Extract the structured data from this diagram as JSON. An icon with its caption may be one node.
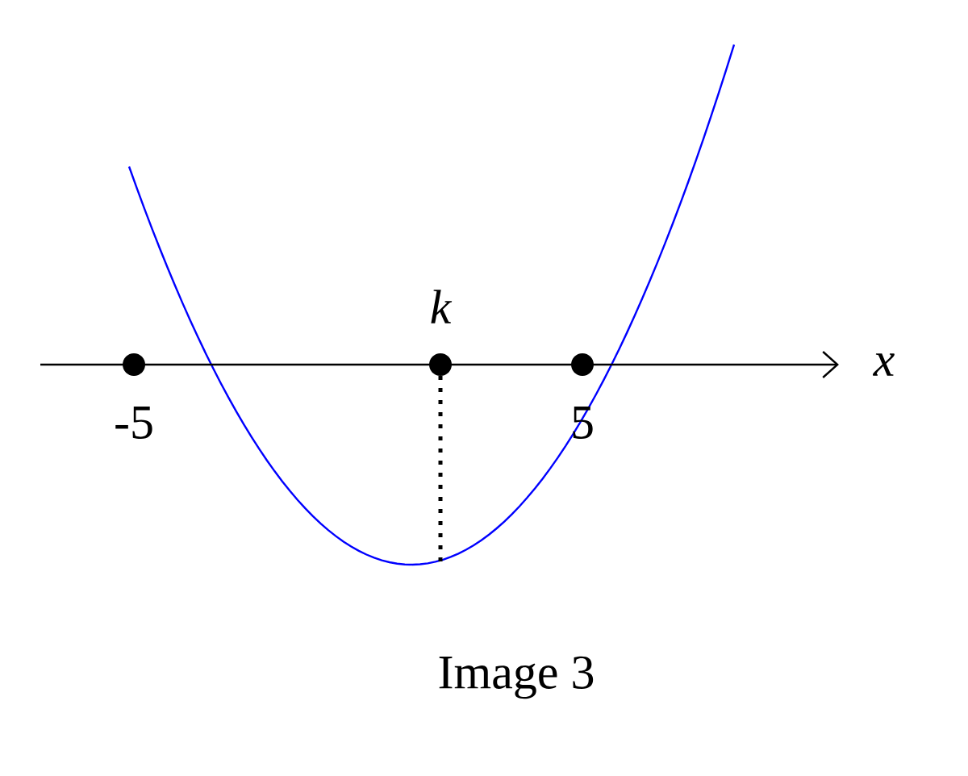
{
  "diagram": {
    "caption": "Image 3",
    "labels": [
      "k",
      "x",
      "-5",
      "5"
    ]
  }
}
